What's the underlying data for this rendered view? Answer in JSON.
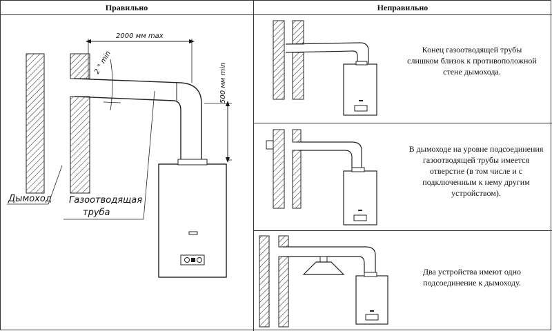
{
  "headers": {
    "correct": "Правильно",
    "incorrect": "Неправильно"
  },
  "labels": {
    "chimney": "Дымоход",
    "flue_pipe_line1": "Газоотводящая",
    "flue_pipe_line2": "труба",
    "dim_length": "2000 мм max",
    "dim_height": "500 мм min",
    "dim_slope": "2 ° min"
  },
  "panels": [
    {
      "text": "Конец газоотводящей трубы слишком близок к противоположной стене дымохода."
    },
    {
      "text": "В дымоходе на уровне подсоединения газоотводящей трубы имеется отверстие (в том числе и с подключенным к нему другим устройством)."
    },
    {
      "text": "Два устройства имеют одно подсоединение к дымоходу."
    }
  ]
}
